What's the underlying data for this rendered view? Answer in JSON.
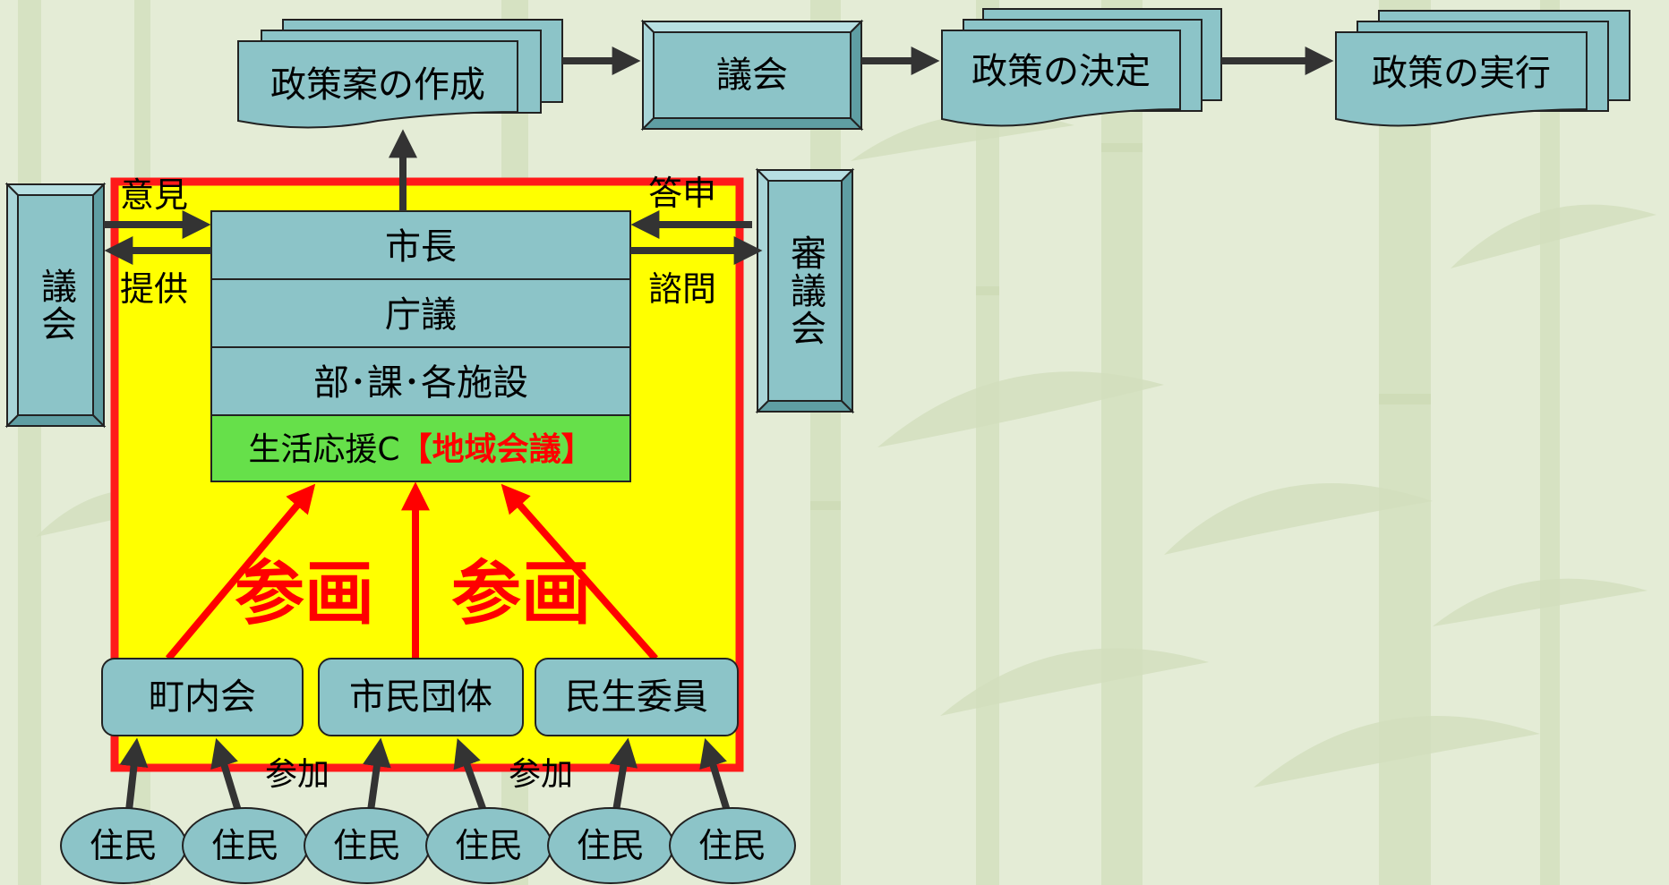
{
  "colors": {
    "box_fill": "#8cc4c8",
    "box_stroke": "#222222",
    "frame_fill": "#ffff00",
    "frame_border": "#ff1a1a",
    "green_fill": "#66e04a",
    "red_text": "#ff0000",
    "arrow_dark": "#333333",
    "background": "#e4ecd6"
  },
  "flow": {
    "proposal": "政策案の作成",
    "assembly": "議会",
    "decision": "政策の決定",
    "execution": "政策の実行"
  },
  "left_council": "議会",
  "right_council": "審議会",
  "arrow_labels": {
    "opinion": "意見",
    "provide": "提供",
    "report": "答申",
    "consult": "諮問"
  },
  "city_hall": {
    "mayor": "市長",
    "cabinet": "庁議",
    "departments": "部･課･各施設",
    "support_center": "生活応援C",
    "regional_meeting": "【地域会議】"
  },
  "participation_labels": [
    "参画",
    "参画"
  ],
  "groups": [
    "町内会",
    "市民団体",
    "民生委員"
  ],
  "join_labels": [
    "参加",
    "参加"
  ],
  "residents": [
    "住民",
    "住民",
    "住民",
    "住民",
    "住民",
    "住民"
  ]
}
